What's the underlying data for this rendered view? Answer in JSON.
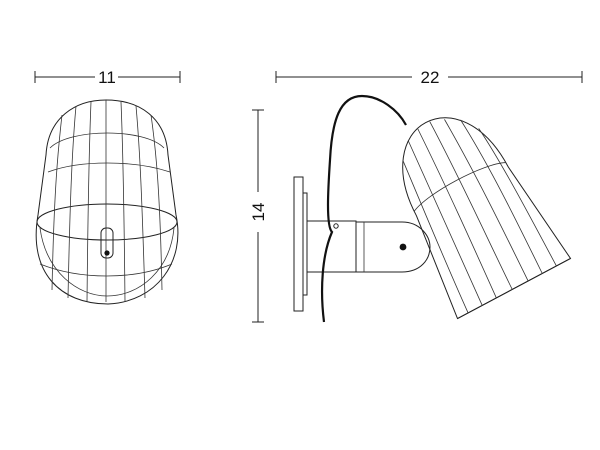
{
  "dimensions": {
    "width_front": "11",
    "width_side": "22",
    "height_side": "14"
  },
  "colors": {
    "line": "#222222",
    "cord": "#111111",
    "background": "#ffffff"
  }
}
